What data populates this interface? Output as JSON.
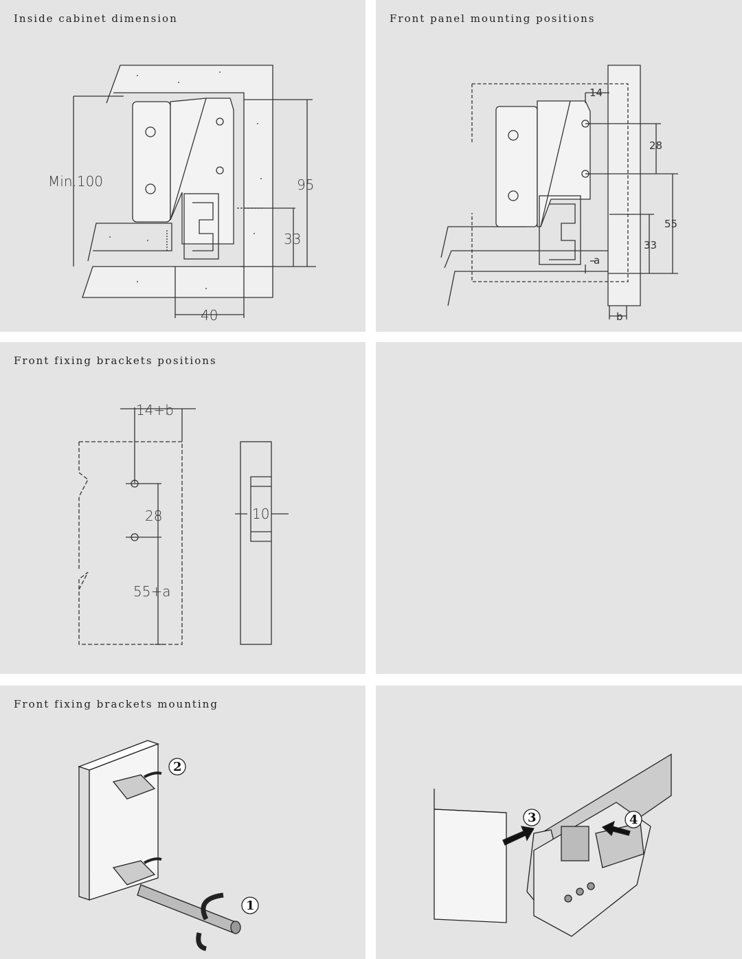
{
  "panels": [
    {
      "title": "Inside cabinet dimension",
      "dims": {
        "height_min": "Min.100",
        "height": "95",
        "screw_height": "33",
        "width": "40"
      }
    },
    {
      "title": "Front panel mounting positions",
      "dims": {
        "offset": "14",
        "hole_spacing": "28",
        "hole_height": "55",
        "screw_height": "33",
        "a": "a",
        "b": "b"
      }
    },
    {
      "title": "Front fixing brackets positions",
      "dims": {
        "offset": "14+b",
        "hole_spacing": "28",
        "hole_height": "55+a",
        "slot": "10"
      }
    },
    {
      "title": ""
    },
    {
      "title": "Front fixing brackets mounting",
      "steps": [
        "1",
        "2"
      ]
    },
    {
      "title": "",
      "steps": [
        "3",
        "4"
      ]
    }
  ],
  "colors": {
    "panel_bg": "#e4e4e4",
    "line": "#333333"
  }
}
